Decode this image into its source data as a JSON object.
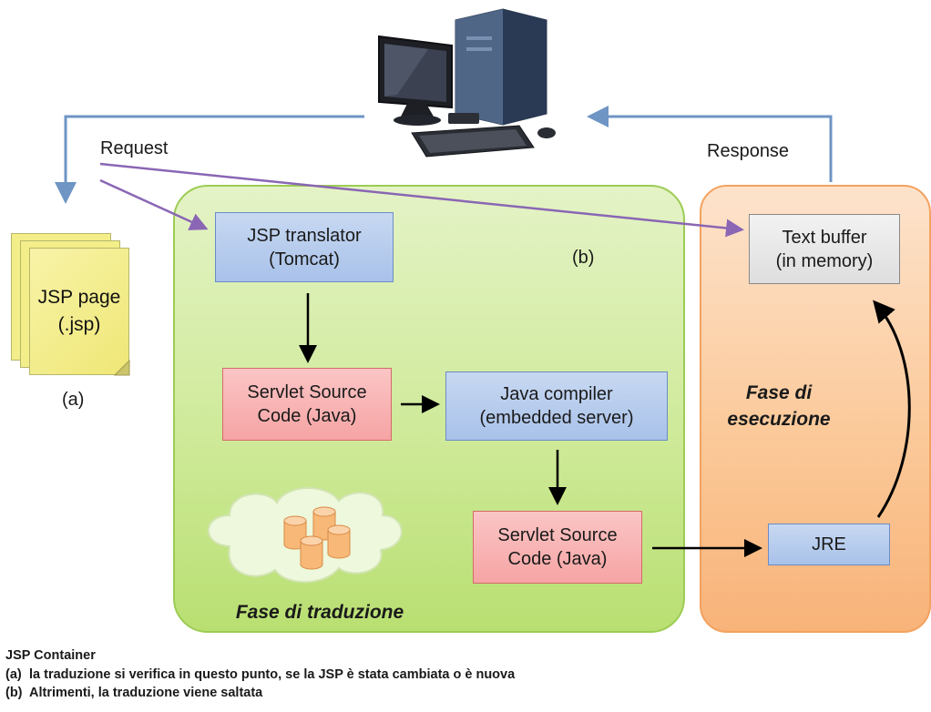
{
  "labels": {
    "request": "Request",
    "response": "Response",
    "a": "(a)",
    "b": "(b)"
  },
  "jsp_page": {
    "text": "JSP page\n(.jsp)"
  },
  "boxes": {
    "translator": "JSP translator\n(Tomcat)",
    "servlet_source_1": "Servlet Source\nCode (Java)",
    "java_compiler": "Java compiler\n(embedded server)",
    "servlet_source_2": "Servlet Source\nCode (Java)",
    "text_buffer": "Text buffer\n(in memory)",
    "jre": "JRE"
  },
  "phases": {
    "translation": "Fase di traduzione",
    "execution": "Fase di\nesecuzione"
  },
  "notes": {
    "title": "JSP Container",
    "items": [
      {
        "mark": "(a)",
        "text": "la traduzione si verifica in questo punto, se la JSP è stata cambiata o è nuova"
      },
      {
        "mark": "(b)",
        "text": "Altrimenti, la traduzione viene saltata"
      }
    ]
  },
  "colors": {
    "flow_arrow": "#6e95c4",
    "request_arrow": "#8a66b4",
    "green_panel": "#cfea9a",
    "orange_panel": "#fbc796"
  }
}
